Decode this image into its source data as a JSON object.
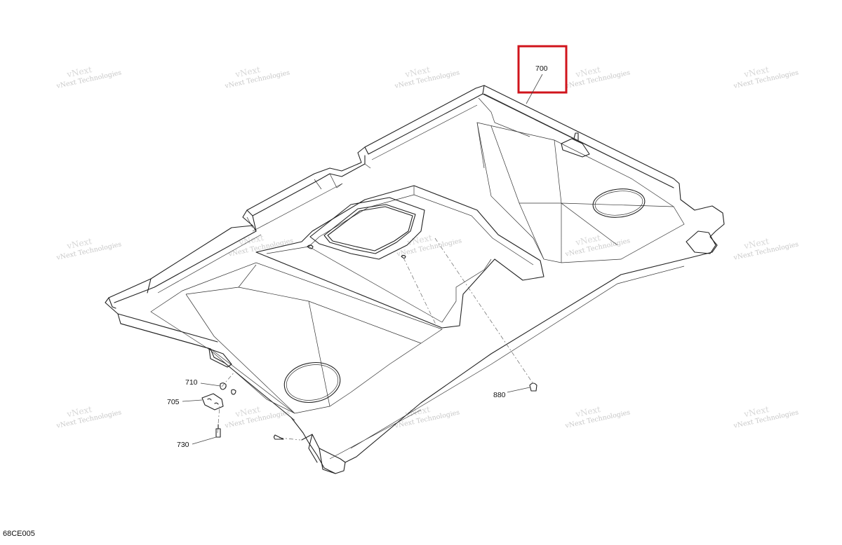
{
  "diagram": {
    "id": "68CE005",
    "highlight_color": "#d0141c",
    "callouts": [
      {
        "number": "700",
        "key": "roof-panel"
      },
      {
        "number": "710",
        "key": "nut"
      },
      {
        "number": "705",
        "key": "bracket"
      },
      {
        "number": "730",
        "key": "screw"
      },
      {
        "number": "880",
        "key": "clip"
      }
    ],
    "watermark": {
      "line1": "vNext",
      "line2": "Technologies",
      "full": "vNext Technologies"
    }
  }
}
